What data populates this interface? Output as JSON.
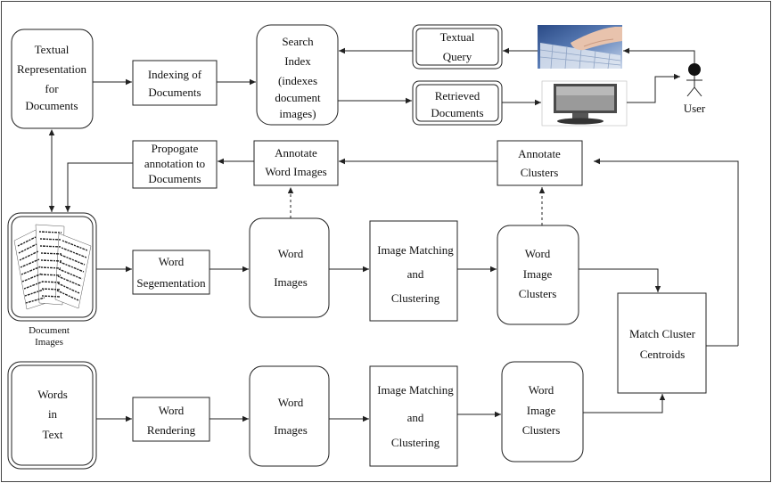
{
  "nodes": {
    "textual_representation": [
      "Textual",
      "Representation",
      "for",
      "Documents"
    ],
    "indexing": [
      "Indexing of",
      "Documents"
    ],
    "search_index": [
      "Search",
      "Index",
      "(indexes",
      "document",
      "images)"
    ],
    "textual_query": [
      "Textual",
      "Query"
    ],
    "retrieved_documents": [
      "Retrieved",
      "Documents"
    ],
    "user": [
      "User"
    ],
    "propagate": [
      "Propogate",
      "annotation to",
      "Documents"
    ],
    "annotate_word_images": [
      "Annotate",
      "Word Images"
    ],
    "annotate_clusters": [
      "Annotate",
      "Clusters"
    ],
    "document_images_label": [
      "Document",
      "Images"
    ],
    "word_segmentation": [
      "Word",
      "Segementation"
    ],
    "word_images_1": [
      "Word",
      "Images"
    ],
    "matching_1": [
      "Image Matching",
      "and",
      "Clustering"
    ],
    "clusters_1": [
      "Word",
      "Image",
      "Clusters"
    ],
    "match_centroids": [
      "Match Cluster",
      "Centroids"
    ],
    "words_in_text": [
      "Words",
      "in",
      "Text"
    ],
    "word_rendering": [
      "Word",
      "Rendering"
    ],
    "word_images_2": [
      "Word",
      "Images"
    ],
    "matching_2": [
      "Image Matching",
      "and",
      "Clustering"
    ],
    "clusters_2": [
      "Word",
      "Image",
      "Clusters"
    ]
  },
  "icons": {
    "keyboard": "keyboard-hand-icon",
    "monitor": "computer-monitor-icon",
    "user": "stick-figure-user-icon",
    "documents": "scanned-document-pages-icon"
  }
}
